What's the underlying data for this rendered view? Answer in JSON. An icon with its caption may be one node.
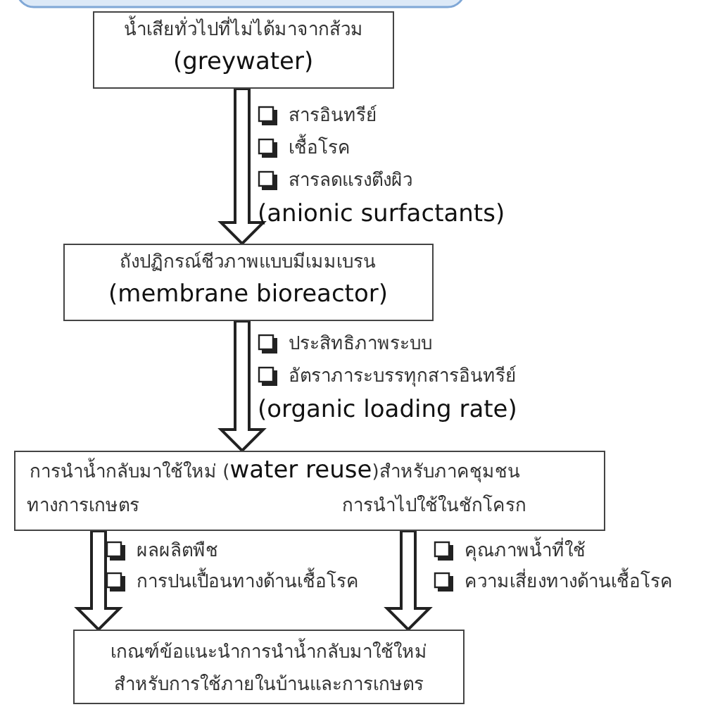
{
  "diagram": {
    "nodes": [
      {
        "text": [
          "น้ำเสียทั่วไปที่ไม่ได้มาจากส้วม",
          "(greywater)"
        ]
      },
      {
        "text": [
          "ถังปฏิกรณ์ชีวภาพแบบมีเมมเบรน",
          "(membrane bioreactor)"
        ]
      },
      {
        "text": [
          "การนำน้ำกลับมาใช้ใหม่ (**water reuse**)สำหรับภาคชุมชน",
          "ทางการเกษตร",
          "การนำไปใช้ในชักโครก"
        ]
      },
      {
        "text": [
          "เกณฑ์ข้อแนะนำการนำน้ำกลับมาใช้ใหม่สำหรับการใช้ภายในบ้านและการเกษตร"
        ]
      }
    ],
    "edges": [
      {
        "from": 0,
        "to": 1,
        "arrow": "to"
      },
      {
        "from": 1,
        "to": 2,
        "arrow": "to"
      },
      {
        "from": 2,
        "to": 3,
        "arrow": "to"
      },
      {
        "from": 2,
        "to": 3,
        "arrow": "to"
      }
    ],
    "labels": [
      "สารอินทรีย์",
      "เชื้อโรค",
      "สารลดแรงตึงผิว",
      "(anionic surfactants)",
      "ประสิทธิภาพระบบ",
      "อัตราภาระบรรทุกสารอินทรีย์",
      "(organic loading rate)",
      "ผลผลิตพืช",
      "การปนเปื้อนทางด้านเชื้อโรค",
      "คุณภาพน้ำที่ใช้",
      "ความเสี่ยงทางด้านเชื้อโรค"
    ]
  }
}
